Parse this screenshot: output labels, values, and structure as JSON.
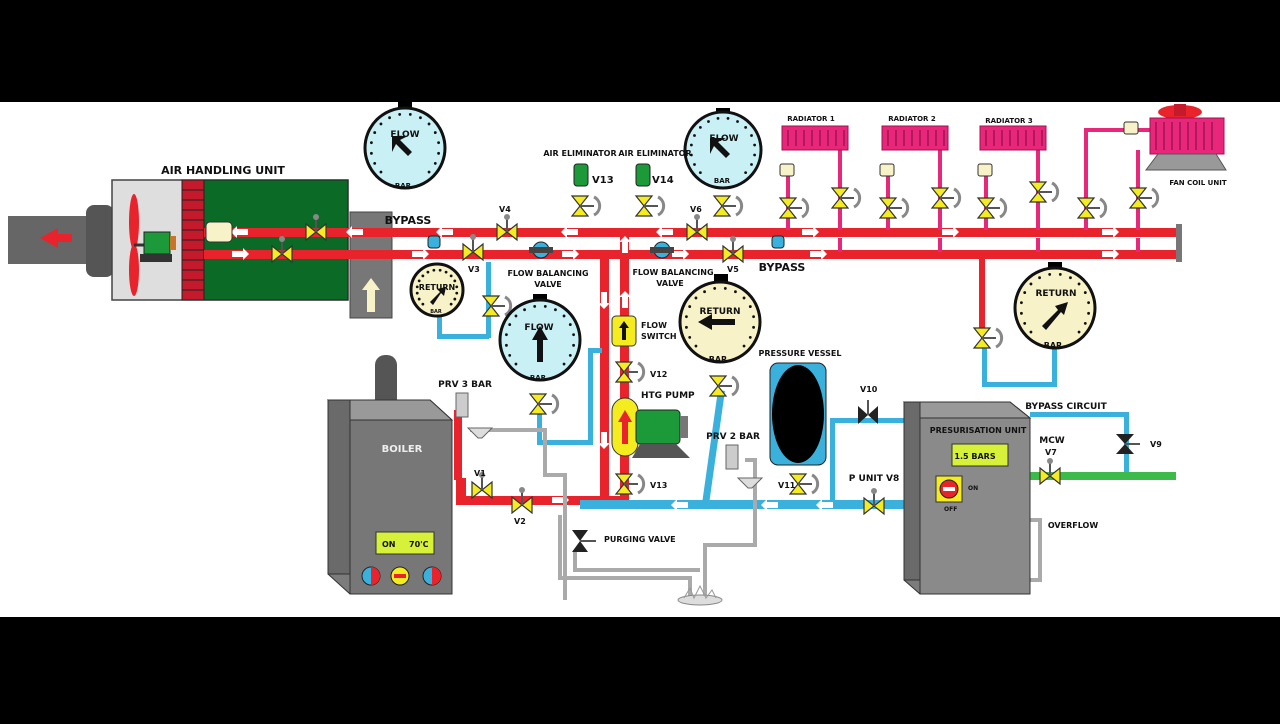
{
  "labels": {
    "ahu": "AIR HANDLING UNIT",
    "bypass_left": "BYPASS",
    "bypass_right": "BYPASS",
    "fbv_left_1": "FLOW BALANCING",
    "fbv_left_2": "VALVE",
    "fbv_right_1": "FLOW BALANCING",
    "fbv_right_2": "VALVE",
    "air_elim_1": "AIR ELIMINATOR",
    "air_elim_2": "AIR ELIMINATOR",
    "radiator_1": "RADIATOR 1",
    "radiator_2": "RADIATOR 2",
    "radiator_3": "RADIATOR 3",
    "fan_coil": "FAN COIL UNIT",
    "flow_switch_1": "FLOW",
    "flow_switch_2": "SWITCH",
    "htg_pump": "HTG PUMP",
    "pressure_vessel": "PRESSURE VESSEL",
    "prv3": "PRV 3 BAR",
    "prv2": "PRV 2 BAR",
    "boiler": "BOILER",
    "purging": "PURGING VALVE",
    "bypass_circuit": "BYPASS CIRCUIT",
    "pressurisation": "PRESURISATION UNIT",
    "mcw": "MCW",
    "overflow": "OVERFLOW",
    "punit_v8": "P UNIT V8",
    "on": "ON",
    "off": "OFF"
  },
  "valves": {
    "v1": "V1",
    "v2": "V2",
    "v3": "V3",
    "v4": "V4",
    "v5": "V5",
    "v6": "V6",
    "v7": "V7",
    "v9": "V9",
    "v10": "V10",
    "v11": "V11",
    "v12": "V12",
    "v13a": "V13",
    "v13b": "V13",
    "v14": "V14"
  },
  "gauges": {
    "flow": "FLOW",
    "return": "RETURN",
    "unit": "BAR"
  },
  "displays": {
    "boiler_status": "ON",
    "boiler_temp": "70'C",
    "pressure": "1.5 BARS"
  },
  "colors": {
    "flow_pipe": "#e8232b",
    "return_pipe": "#3ab0dc",
    "cold_pipe": "#3dbb4a",
    "valve": "#f5ec20",
    "gauge_flow": "#c9f0f5",
    "gauge_return": "#f7f2c7",
    "radiator": "#e8277a",
    "ahu_coil": "#0b6a25"
  }
}
